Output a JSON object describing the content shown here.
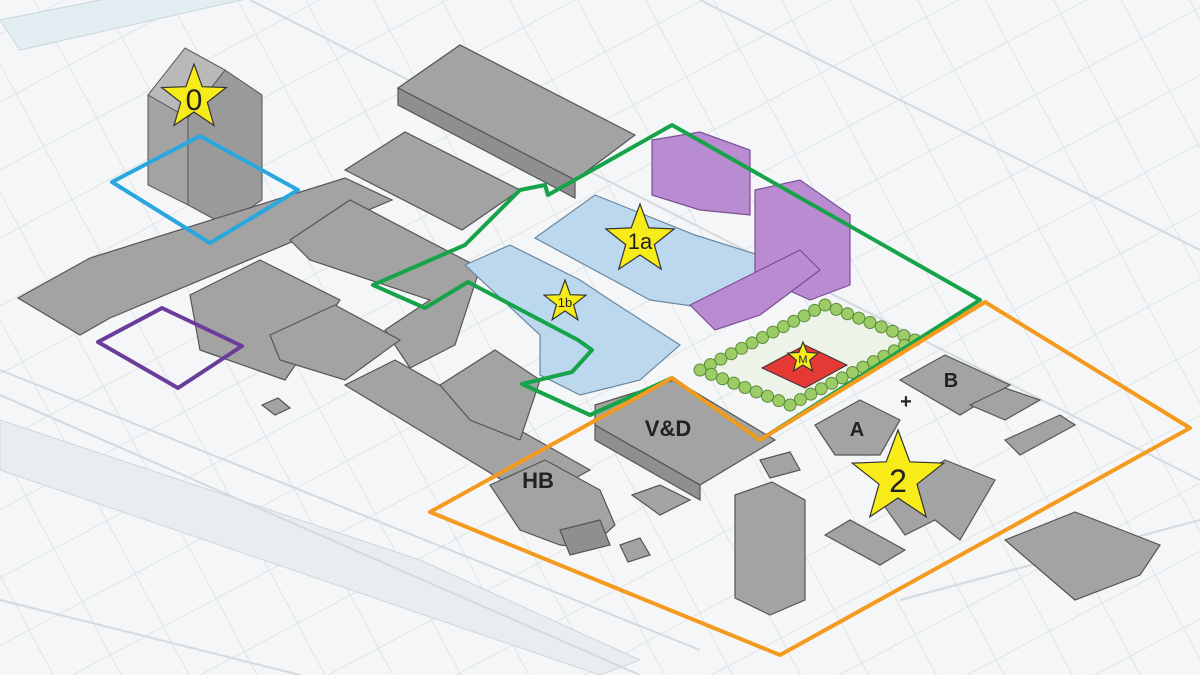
{
  "zone_labels": {
    "zone_0": "0",
    "zone_1a": "1a",
    "zone_1b": "1b",
    "zone_2": "2",
    "marker_m": "M"
  },
  "building_labels": {
    "vd": "V&D",
    "hb": "HB",
    "a": "A",
    "b": "B",
    "plus": "+"
  },
  "colors": {
    "zone_0_outline": "#2aa7df",
    "zone_1_outline": "#17a34a",
    "zone_2_outline": "#f39a1f",
    "purple_outline": "#6a3d9a",
    "star_fill": "#f7ec1a",
    "building_fill": "#a3a3a3",
    "glass_fill": "#bcd8ee",
    "purple_building_fill": "#b98bd0",
    "tree_fill": "#9ccc65",
    "market_fill": "#e53935"
  },
  "icons": [
    "star-icon",
    "tree-icon"
  ]
}
